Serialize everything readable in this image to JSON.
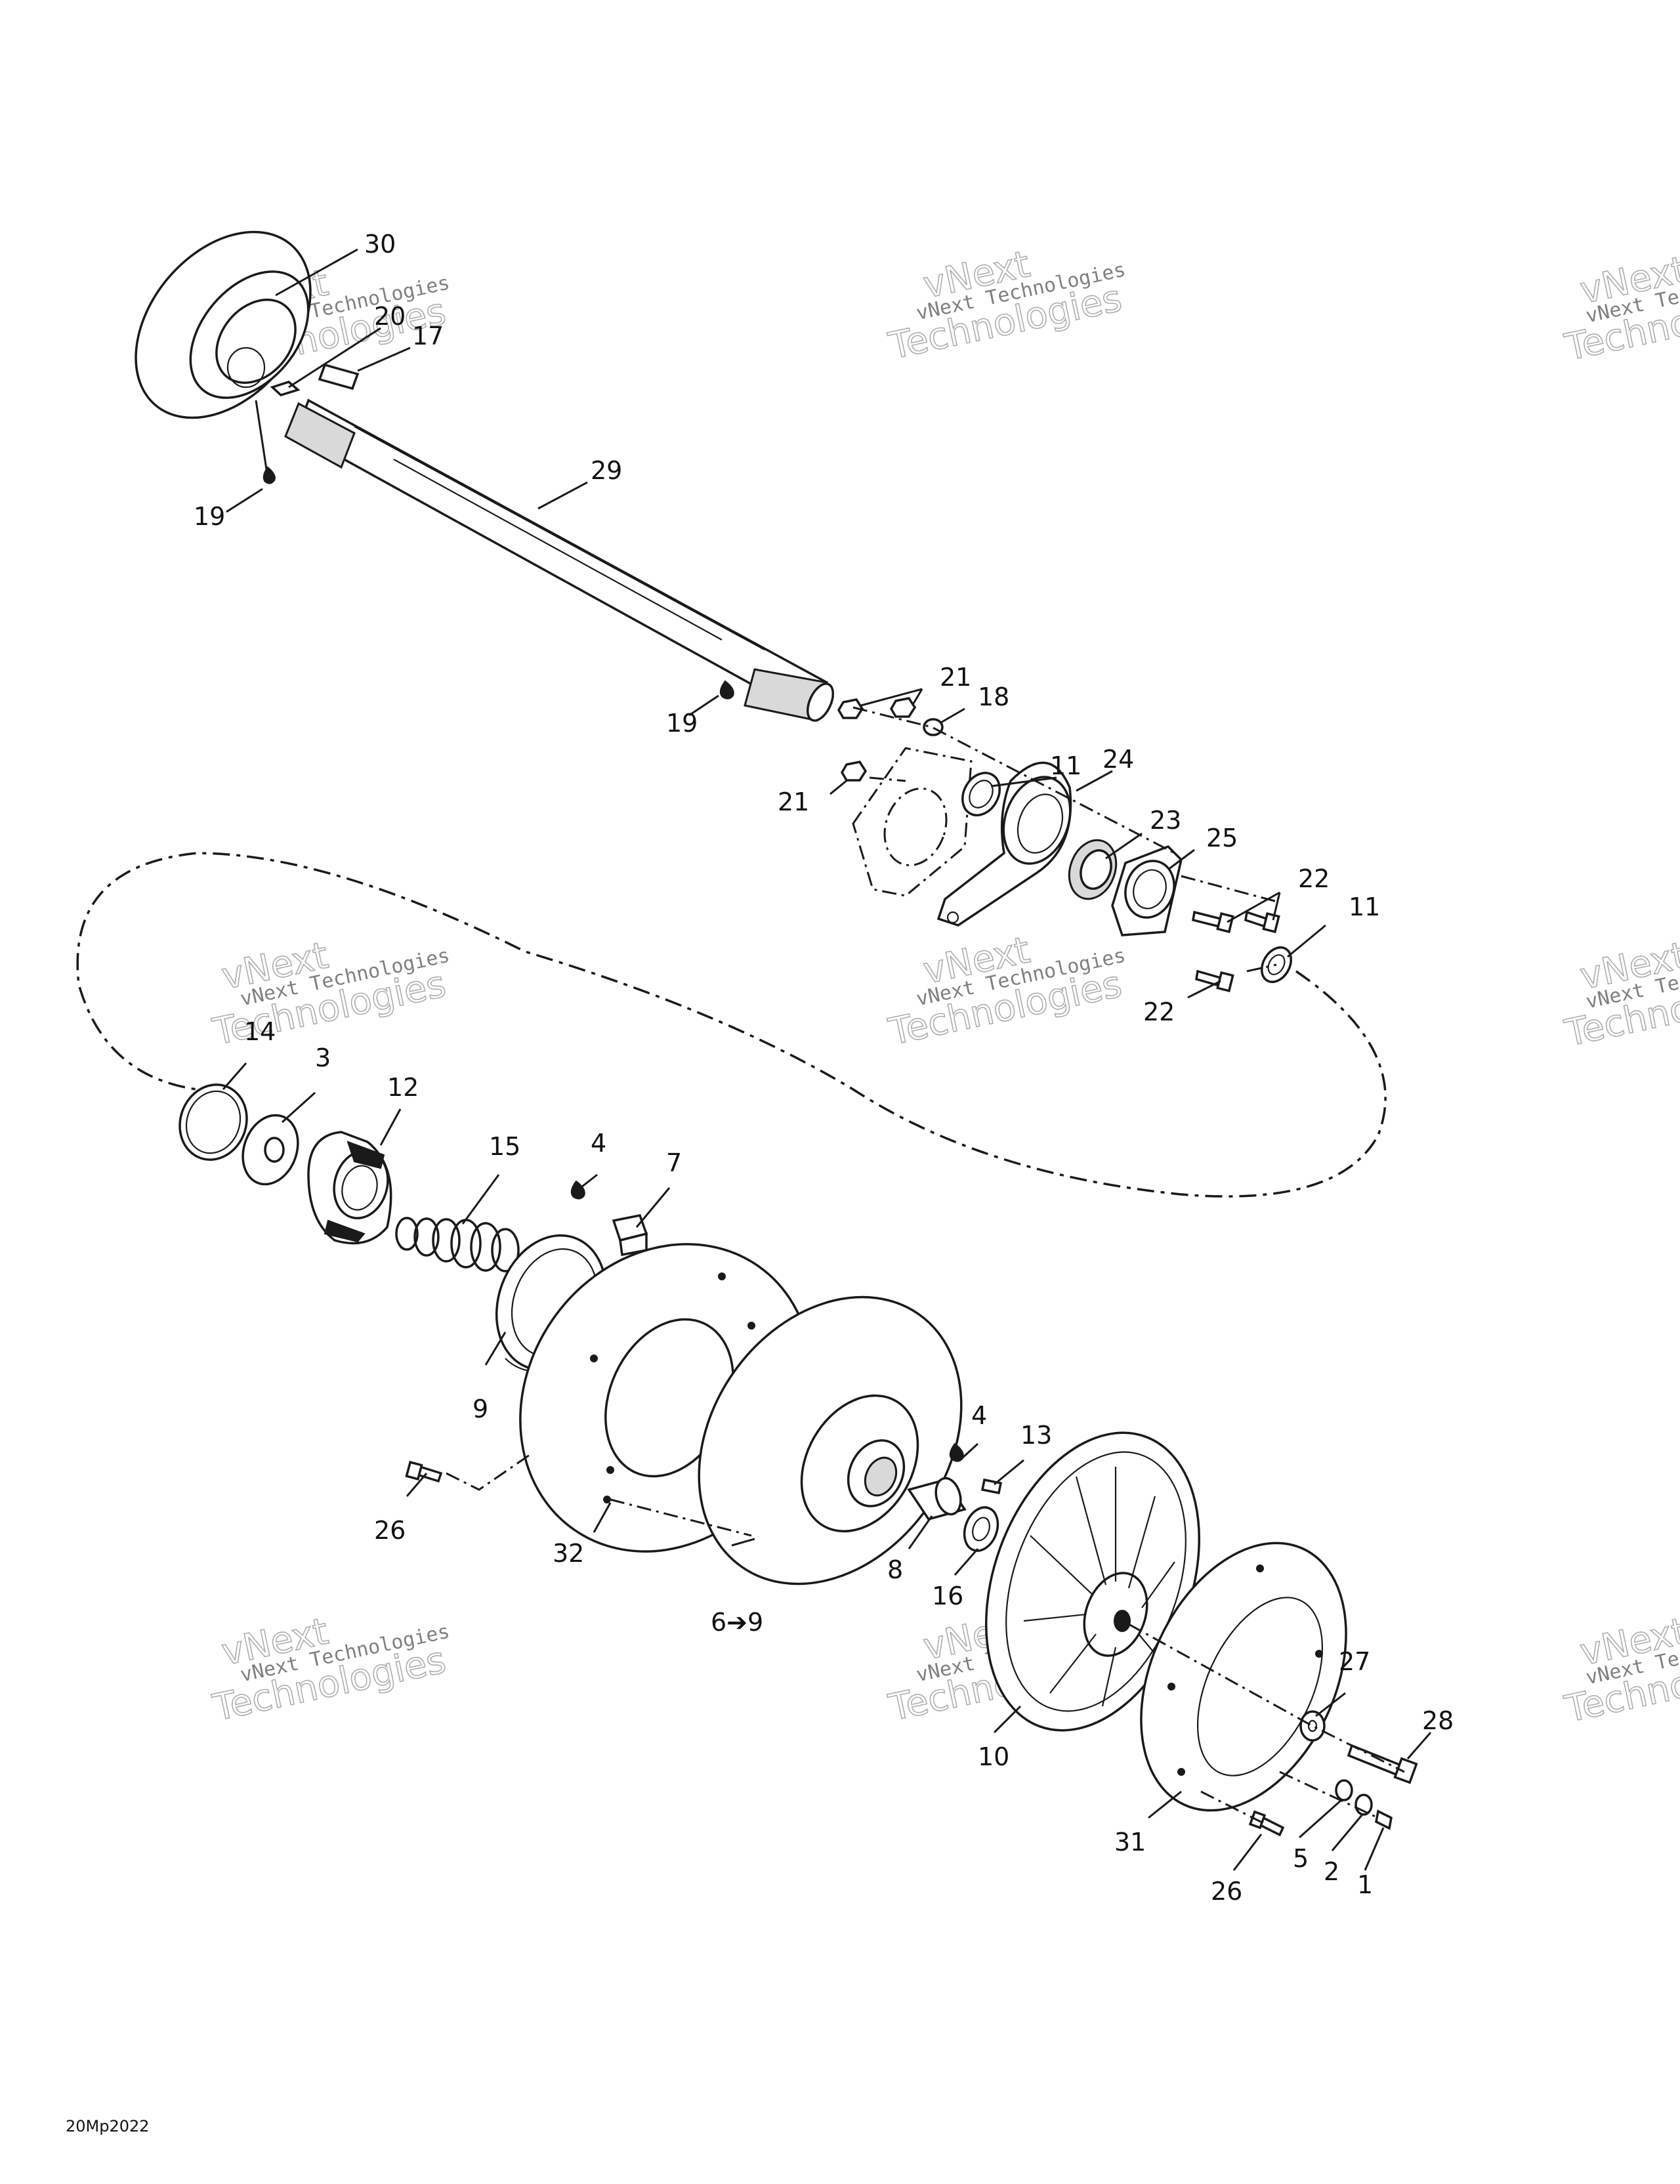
{
  "drawing_code": "20Mp2022",
  "watermark": {
    "line1": "vNext Technologies",
    "line2": "vNext",
    "line3": "Technologies"
  },
  "callouts": {
    "c30": "30",
    "c20": "20",
    "c17": "17",
    "c19a": "19",
    "c29": "29",
    "c19b": "19",
    "c21a": "21",
    "c18": "18",
    "c21b": "21",
    "c11a": "11",
    "c24": "24",
    "c23": "23",
    "c25": "25",
    "c22a": "22",
    "c11b": "11",
    "c22b": "22",
    "c14": "14",
    "c3": "3",
    "c12": "12",
    "c15": "15",
    "c4a": "4",
    "c7": "7",
    "c9": "9",
    "c26a": "26",
    "c32": "32",
    "c69": "6➔9",
    "c4b": "4",
    "c13": "13",
    "c8": "8",
    "c16": "16",
    "c10": "10",
    "c27": "27",
    "c28": "28",
    "c31": "31",
    "c5": "5",
    "c2": "2",
    "c1": "1",
    "c26b": "26"
  }
}
